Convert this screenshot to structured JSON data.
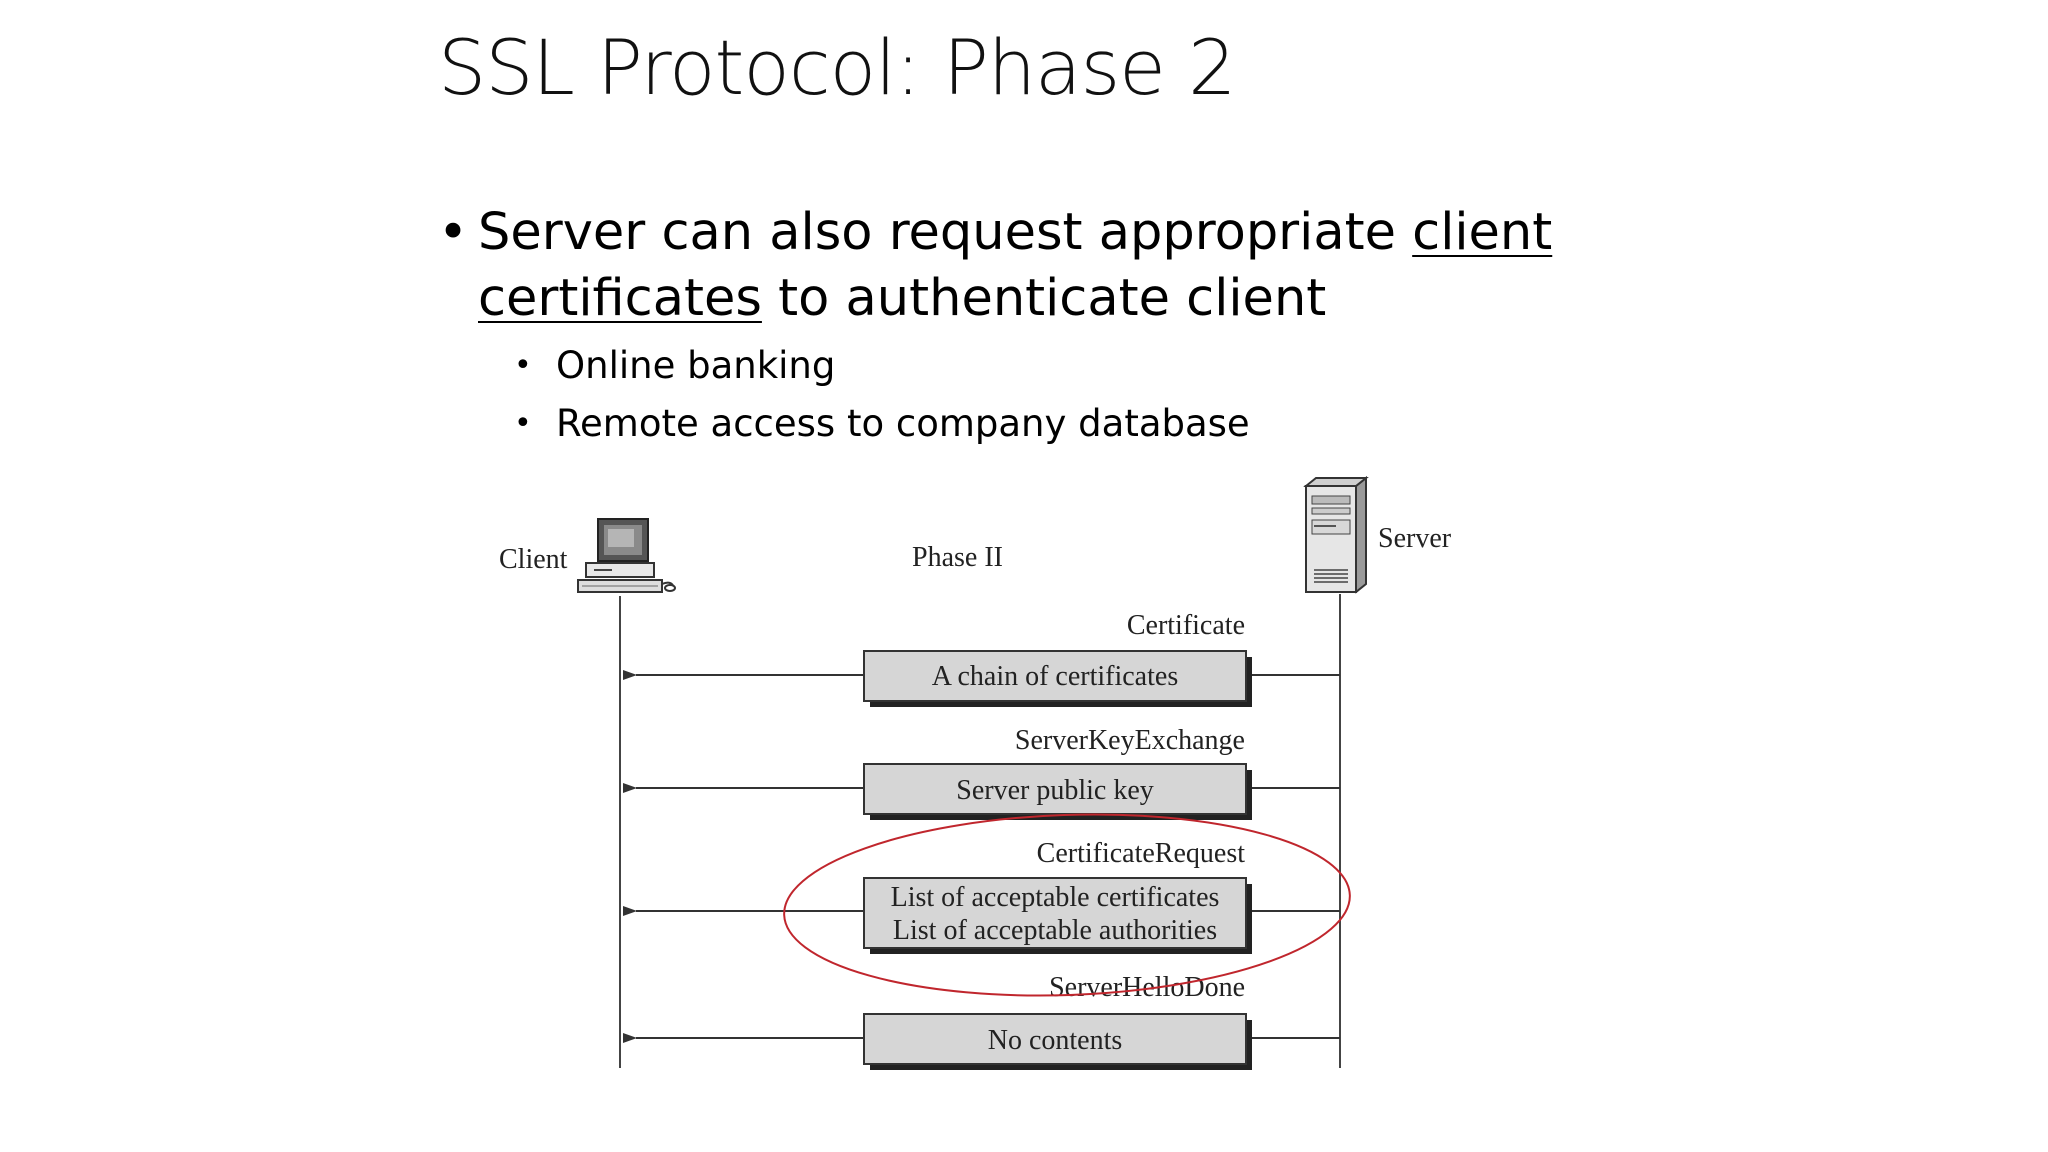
{
  "slide": {
    "title": "SSL Protocol: Phase 2",
    "bullet_prefix": "Server can also request appropriate ",
    "bullet_link": "client certificates",
    "bullet_suffix": " to authenticate client",
    "sub_bullets": [
      "Online banking",
      "Remote access to company database"
    ]
  },
  "diagram": {
    "client_label": "Client",
    "server_label": "Server",
    "phase_label": "Phase II",
    "messages": [
      {
        "name": "Certificate",
        "lines": [
          "A chain of certificates"
        ]
      },
      {
        "name": "ServerKeyExchange",
        "lines": [
          "Server public key"
        ]
      },
      {
        "name": "CertificateRequest",
        "lines": [
          "List of acceptable certificates",
          "List of acceptable authorities"
        ],
        "highlighted": true
      },
      {
        "name": "ServerHelloDone",
        "lines": [
          "No contents"
        ]
      }
    ],
    "colors": {
      "highlight": "#c0262d",
      "box_fill": "#d6d6d6",
      "line": "#333333"
    }
  }
}
